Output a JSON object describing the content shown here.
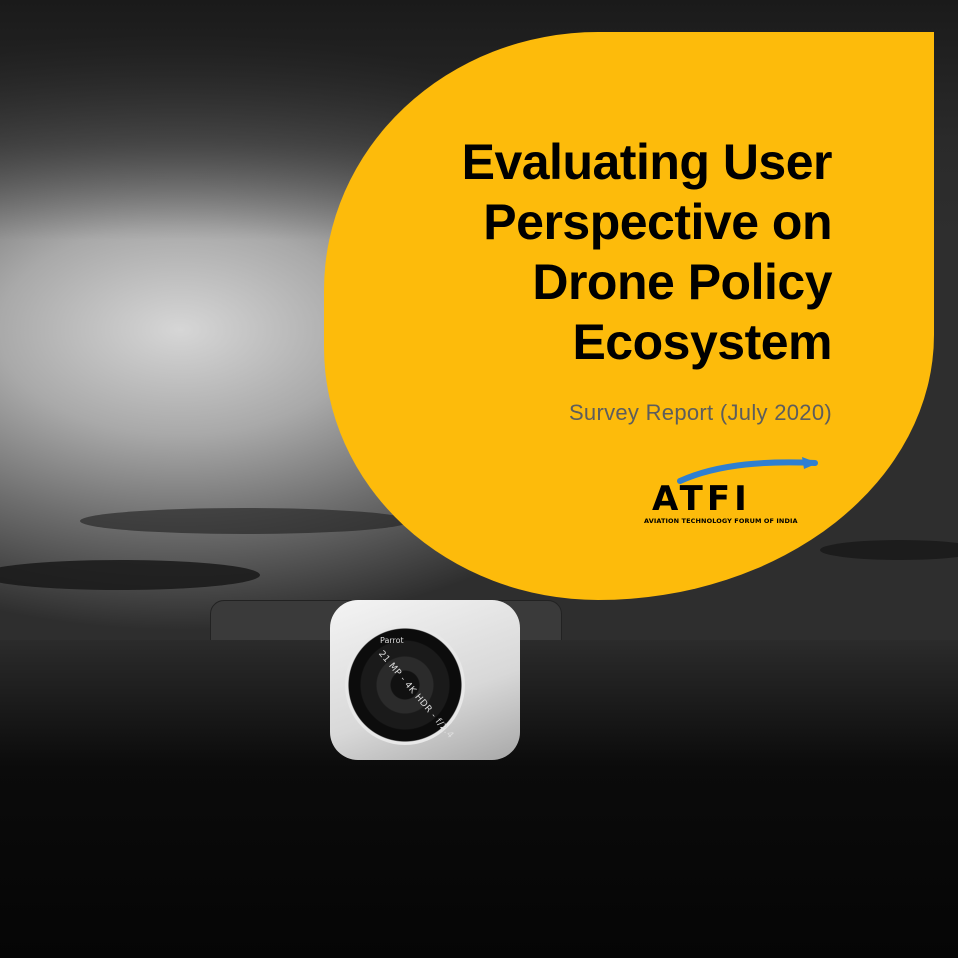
{
  "cover": {
    "title": "Evaluating User Perspective on Drone Policy Ecosystem",
    "subtitle": "Survey Report (July 2020)",
    "accent_color": "#fdbb0b"
  },
  "logo": {
    "mark": "ATFI",
    "caption": "AVIATION TECHNOLOGY FORUM OF INDIA",
    "swoosh_color": "#2f7fd1"
  },
  "photo": {
    "lens_brand": "Parrot",
    "lens_text": "21 MP - 4K HDR - f/2.4"
  }
}
